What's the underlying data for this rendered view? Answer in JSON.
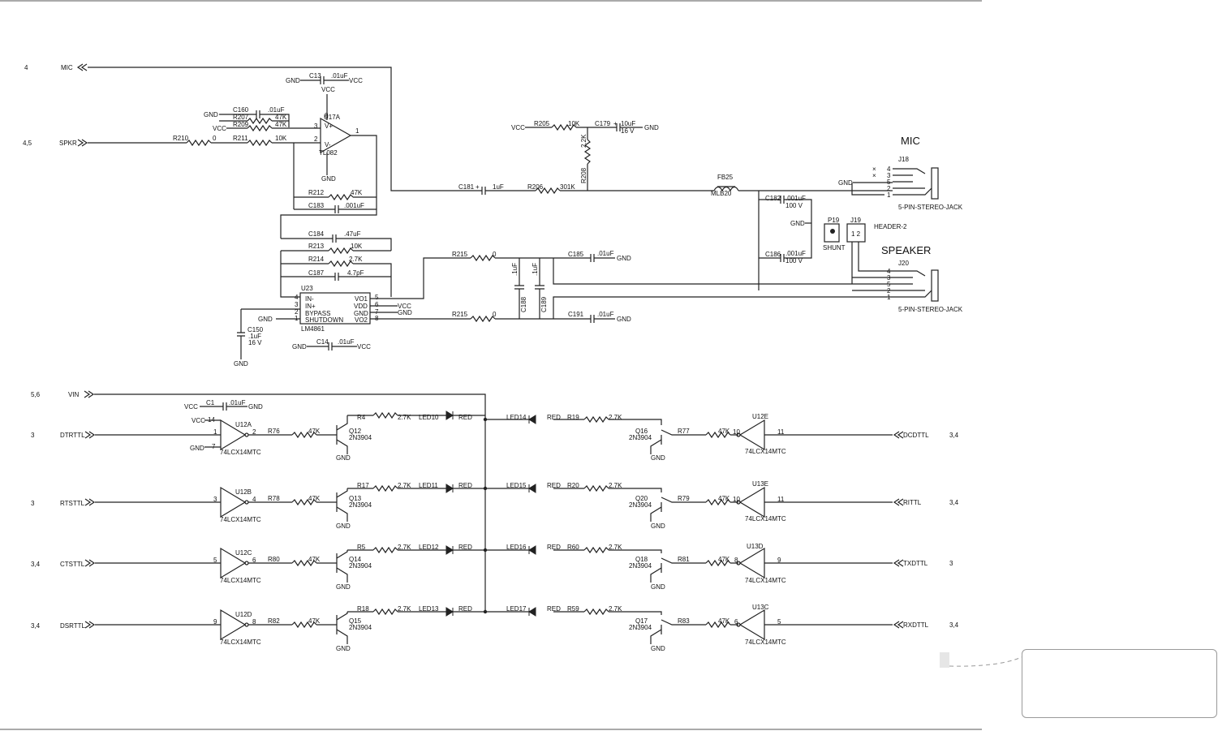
{
  "ports": {
    "mic": {
      "label": "MIC",
      "sheet": "4"
    },
    "spkr": {
      "label": "SPKR",
      "sheet": "4,5"
    },
    "vin": {
      "label": "VIN",
      "sheet": "5,6"
    },
    "dtrttl": {
      "label": "DTRTTL",
      "sheet": "3"
    },
    "rtsttl": {
      "label": "RTSTTL",
      "sheet": "3"
    },
    "ctsttl": {
      "label": "CTSTTL",
      "sheet": "3,4"
    },
    "dsrttl": {
      "label": "DSRTTL",
      "sheet": "3,4"
    },
    "dcdttl": {
      "label": "DCDTTL",
      "sheet": "3,4"
    },
    "rittl": {
      "label": "RITTL",
      "sheet": "3,4"
    },
    "txdttl": {
      "label": "TXDTTL",
      "sheet": "3"
    },
    "rxdttl": {
      "label": "RXDTTL",
      "sheet": "3,4"
    }
  },
  "power": {
    "gnd": "GND",
    "vcc": "VCC"
  },
  "audio": {
    "c13": {
      "ref": "C13",
      "val": ".01uF"
    },
    "c160": {
      "ref": "C160",
      "val": ".01uF"
    },
    "r207": {
      "ref": "R207",
      "val": "47K"
    },
    "r209": {
      "ref": "R209",
      "val": "47K"
    },
    "r210": {
      "ref": "R210",
      "val": "0"
    },
    "r211": {
      "ref": "R211",
      "val": "10K"
    },
    "u17a": {
      "ref": "U17A",
      "part": "TL082",
      "vplus": "V+",
      "vminus": "V-",
      "p3": "3",
      "p2": "2",
      "p1": "1",
      "p8": "8",
      "p4": "4"
    },
    "r212": {
      "ref": "R212",
      "val": "47K"
    },
    "c183": {
      "ref": "C183",
      "val": ".001uF"
    },
    "c184": {
      "ref": "C184",
      "val": ".47uF"
    },
    "r213": {
      "ref": "R213",
      "val": "10K"
    },
    "r214": {
      "ref": "R214",
      "val": "2.7K"
    },
    "c187": {
      "ref": "C187",
      "val": "4.7pF"
    },
    "u23": {
      "ref": "U23",
      "part": "LM4861",
      "in_minus": "IN-",
      "in_plus": "IN+",
      "bypass": "BYPASS",
      "shutdown": "SHUTDOWN",
      "vo1": "VO1",
      "vdd": "VDD",
      "gndpin": "GND",
      "vo2": "VO2",
      "p4": "4",
      "p3": "3",
      "p2": "2",
      "p1": "1",
      "p5": "5",
      "p6": "6",
      "p7": "7",
      "p8": "8"
    },
    "c150": {
      "ref": "C150",
      "val": ".1uF",
      "volt": "16 V"
    },
    "c14": {
      "ref": "C14",
      "val": ".01uF"
    },
    "r205": {
      "ref": "R205",
      "val": "10K"
    },
    "c179": {
      "ref": "C179",
      "val": "10uF",
      "volt": "16 V"
    },
    "r206": {
      "ref": "R206",
      "val": "301K"
    },
    "c181": {
      "ref": "C181",
      "val": "1uF"
    },
    "r208": {
      "ref": "R208",
      "val": "2.2K"
    },
    "fb25": {
      "ref": "FB25",
      "part": "MLB20"
    },
    "c182": {
      "ref": "C182",
      "val": ".001uF",
      "volt": "100 V"
    },
    "c186": {
      "ref": "C186",
      "val": ".001uF",
      "volt": "100 V"
    },
    "r215a": {
      "ref": "R215",
      "val": "0"
    },
    "r215b": {
      "ref": "R215",
      "val": "0"
    },
    "c185": {
      "ref": "C185",
      "val": ".01uF"
    },
    "c191": {
      "ref": "C191",
      "val": ".01uF"
    },
    "c188": {
      "ref": "C188",
      "val": ".1uF"
    },
    "c189": {
      "ref": "C189",
      "val": ".1uF"
    },
    "plus": "+"
  },
  "connectors": {
    "mic_title": "MIC",
    "speaker_title": "SPEAKER",
    "j18": {
      "ref": "J18",
      "part": "5-PIN-STEREO-JACK"
    },
    "j20": {
      "ref": "J20",
      "part": "5-PIN-STEREO-JACK"
    },
    "p19": {
      "ref": "P19",
      "part": "SHUNT"
    },
    "j19": {
      "ref": "J19",
      "part": "HEADER-2",
      "pins": "1 2"
    },
    "pins": [
      "4",
      "3",
      "5",
      "2",
      "1"
    ]
  },
  "leds": {
    "c1": {
      "ref": "C1",
      "val": ".01uF"
    },
    "u12_pins": {
      "vcc": "14",
      "gnd": "7"
    },
    "rows": [
      {
        "inv_l": "U12A",
        "inv_l_in": "1",
        "inv_l_out": "2",
        "rb_l": "R76",
        "rb_l_val": "47K",
        "q_l": "Q12",
        "q_type": "2N3904",
        "rc_l": "R4",
        "rc_val": "2.7K",
        "led_l": "LED10",
        "color": "RED",
        "led_r": "LED14",
        "rc_r": "R19",
        "q_r": "Q16",
        "rb_r": "R77",
        "rb_r_val": "47K",
        "inv_r": "U12E",
        "inv_r_in": "11",
        "inv_r_out": "10",
        "part": "74LCX14MTC"
      },
      {
        "inv_l": "U12B",
        "inv_l_in": "3",
        "inv_l_out": "4",
        "rb_l": "R78",
        "rb_l_val": "47K",
        "q_l": "Q13",
        "q_type": "2N3904",
        "rc_l": "R17",
        "rc_val": "2.7K",
        "led_l": "LED11",
        "color": "RED",
        "led_r": "LED15",
        "rc_r": "R20",
        "q_r": "Q20",
        "rb_r": "R79",
        "rb_r_val": "47K",
        "inv_r": "U13E",
        "inv_r_in": "11",
        "inv_r_out": "10",
        "part": "74LCX14MTC"
      },
      {
        "inv_l": "U12C",
        "inv_l_in": "5",
        "inv_l_out": "6",
        "rb_l": "R80",
        "rb_l_val": "47K",
        "q_l": "Q14",
        "q_type": "2N3904",
        "rc_l": "R5",
        "rc_val": "2.7K",
        "led_l": "LED12",
        "color": "RED",
        "led_r": "LED16",
        "rc_r": "R60",
        "q_r": "Q18",
        "rb_r": "R81",
        "rb_r_val": "47K",
        "inv_r": "U13D",
        "inv_r_in": "9",
        "inv_r_out": "8",
        "part": "74LCX14MTC"
      },
      {
        "inv_l": "U12D",
        "inv_l_in": "9",
        "inv_l_out": "8",
        "rb_l": "R82",
        "rb_l_val": "47K",
        "q_l": "Q15",
        "q_type": "2N3904",
        "rc_l": "R18",
        "rc_val": "2.7K",
        "led_l": "LED13",
        "color": "RED",
        "led_r": "LED17",
        "rc_r": "R59",
        "q_r": "Q17",
        "rb_r": "R83",
        "rb_r_val": "47K",
        "inv_r": "U13C",
        "inv_r_in": "5",
        "inv_r_out": "6",
        "part": "74LCX14MTC"
      }
    ]
  }
}
